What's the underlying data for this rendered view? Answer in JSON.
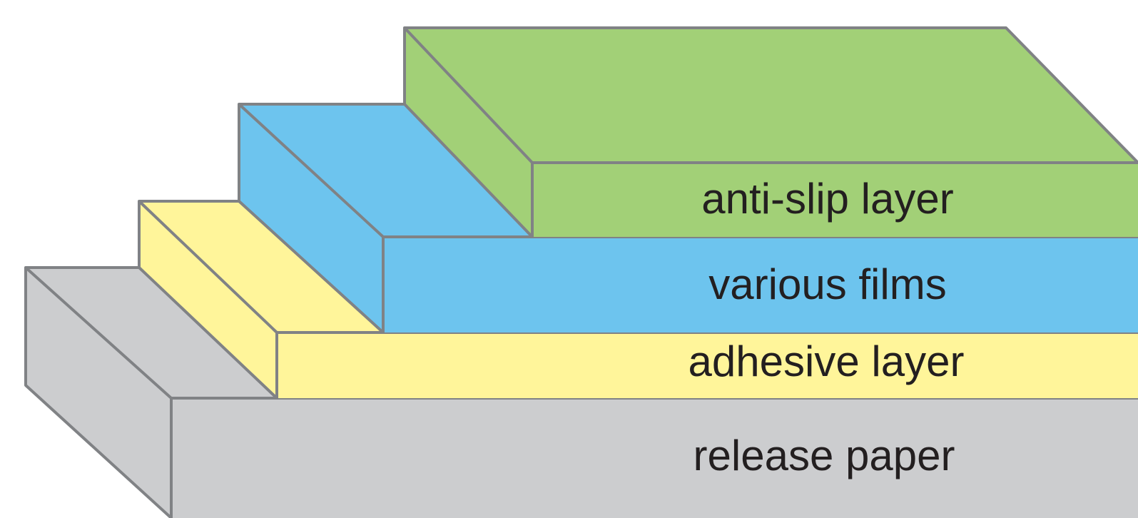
{
  "diagram": {
    "layers": [
      {
        "id": "anti-slip",
        "label": "anti-slip layer",
        "color": "#a2d077"
      },
      {
        "id": "films",
        "label": "various films",
        "color": "#6dc4ee"
      },
      {
        "id": "adhesive",
        "label": "adhesive layer",
        "color": "#fff59a"
      },
      {
        "id": "release",
        "label": "release paper",
        "color": "#cccdcf"
      }
    ],
    "edge_color": "#808285"
  }
}
